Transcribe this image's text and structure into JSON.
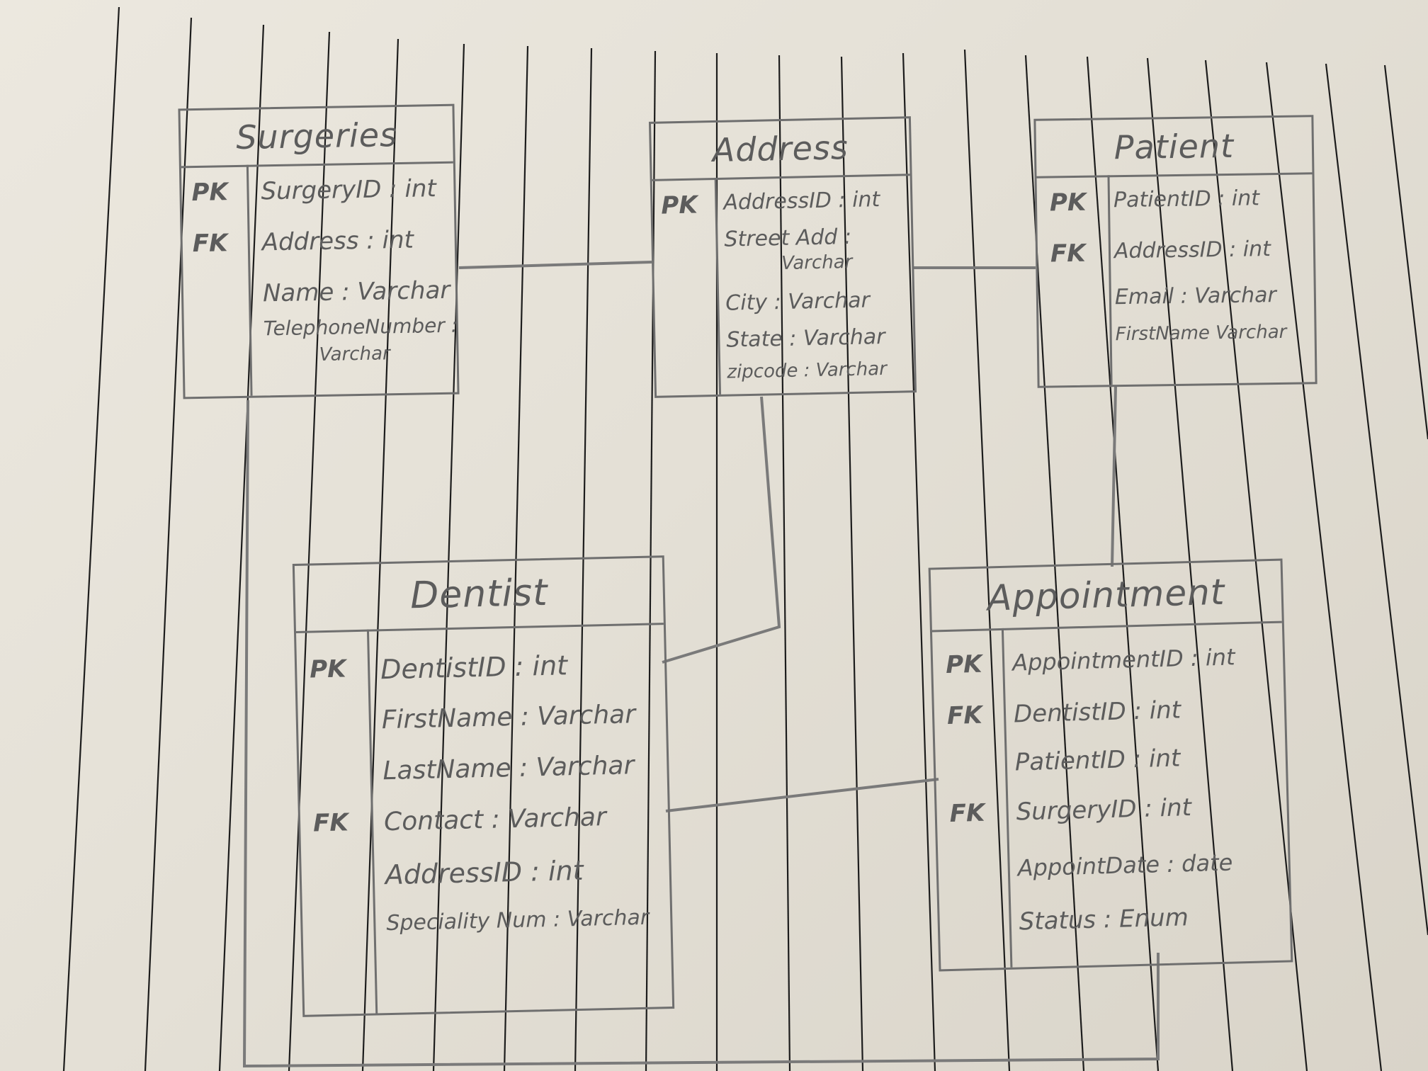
{
  "entities": {
    "surgeries": {
      "title": "Surgeries",
      "rows": [
        {
          "key": "PK",
          "text": "SurgeryID : int"
        },
        {
          "key": "FK",
          "text": "Address : int"
        },
        {
          "key": "",
          "text": "Name : Varchar"
        },
        {
          "key": "",
          "text": "TelephoneNumber :"
        },
        {
          "key": "",
          "text": "Varchar"
        }
      ]
    },
    "address": {
      "title": "Address",
      "rows": [
        {
          "key": "PK",
          "text": "AddressID : int"
        },
        {
          "key": "",
          "text": "Street Add :"
        },
        {
          "key": "",
          "text": "Varchar"
        },
        {
          "key": "",
          "text": "City : Varchar"
        },
        {
          "key": "",
          "text": "State : Varchar"
        },
        {
          "key": "",
          "text": "zipcode : Varchar"
        }
      ]
    },
    "patient": {
      "title": "Patient",
      "rows": [
        {
          "key": "PK",
          "text": "PatientID : int"
        },
        {
          "key": "FK",
          "text": "AddressID : int"
        },
        {
          "key": "",
          "text": "Email : Varchar"
        },
        {
          "key": "",
          "text": "FirstName Varchar"
        }
      ]
    },
    "dentist": {
      "title": "Dentist",
      "rows": [
        {
          "key": "PK",
          "text": "DentistID : int"
        },
        {
          "key": "",
          "text": "FirstName : Varchar"
        },
        {
          "key": "",
          "text": "LastName : Varchar"
        },
        {
          "key": "FK",
          "text": "Contact : Varchar"
        },
        {
          "key": "",
          "text": "AddressID : int"
        },
        {
          "key": "",
          "text": "Speciality Num : Varchar"
        }
      ]
    },
    "appointment": {
      "title": "Appointment",
      "rows": [
        {
          "key": "PK",
          "text": "AppointmentID : int"
        },
        {
          "key": "FK",
          "text": "DentistID : int"
        },
        {
          "key": "",
          "text": "PatientID : int"
        },
        {
          "key": "FK",
          "text": "SurgeryID : int"
        },
        {
          "key": "",
          "text": "AppointDate : date"
        },
        {
          "key": "",
          "text": "Status : Enum"
        }
      ]
    }
  },
  "colors": {
    "paper": "#e8e4da",
    "pencil": "#6f6f6f",
    "rule": "#1c1c1c"
  }
}
